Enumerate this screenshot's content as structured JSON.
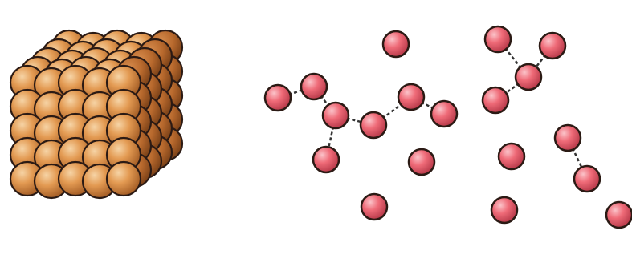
{
  "diagram": {
    "panels": [
      {
        "id": "solid",
        "label": "",
        "layers": 5,
        "rows": 5,
        "cols": 5
      },
      {
        "id": "liquid",
        "label": ""
      },
      {
        "id": "gas",
        "label": ""
      }
    ]
  },
  "colors": {
    "background": "#ffffff",
    "solid_sphere": "#e39a52",
    "solid_highlight": "#f6d4a6",
    "solid_shadow": "#a55e26",
    "particle": "#ef6b78",
    "particle_highlight": "#fbc3c9",
    "particle_shadow": "#b83a4a",
    "outline": "#2b1a14",
    "bond": "#333333"
  }
}
